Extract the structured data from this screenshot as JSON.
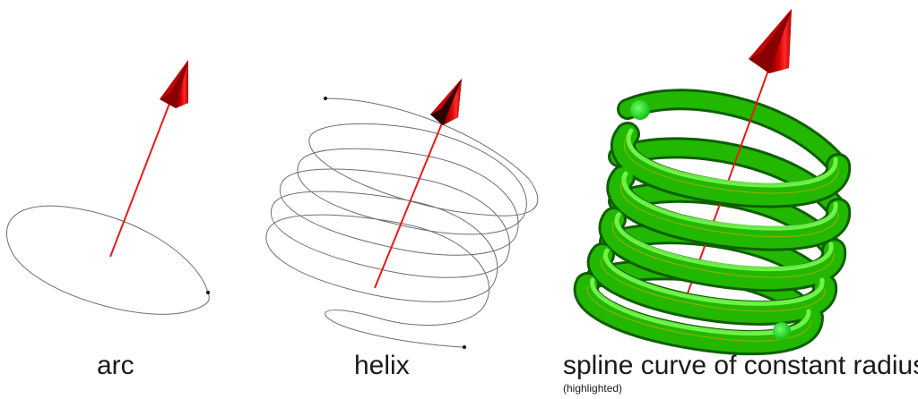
{
  "labels": {
    "arc": "arc",
    "helix": "helix",
    "spline": "spline curve of constant radius",
    "spline_note": "(highlighted)"
  },
  "colors": {
    "curve": "#6e6e6e",
    "axis": "#e81a1a",
    "cone_light": "#e00000",
    "cone_dark": "#8a0000",
    "tube": "#22b800",
    "tube_light": "#7cff55",
    "tube_dark": "#0e5f00",
    "endpoint": "#22dd22"
  },
  "icons": {
    "arc_arrow": "red-cone-arrow-icon",
    "helix_arrow": "red-cone-arrow-icon",
    "spline_arrow": "red-cone-arrow-icon"
  }
}
